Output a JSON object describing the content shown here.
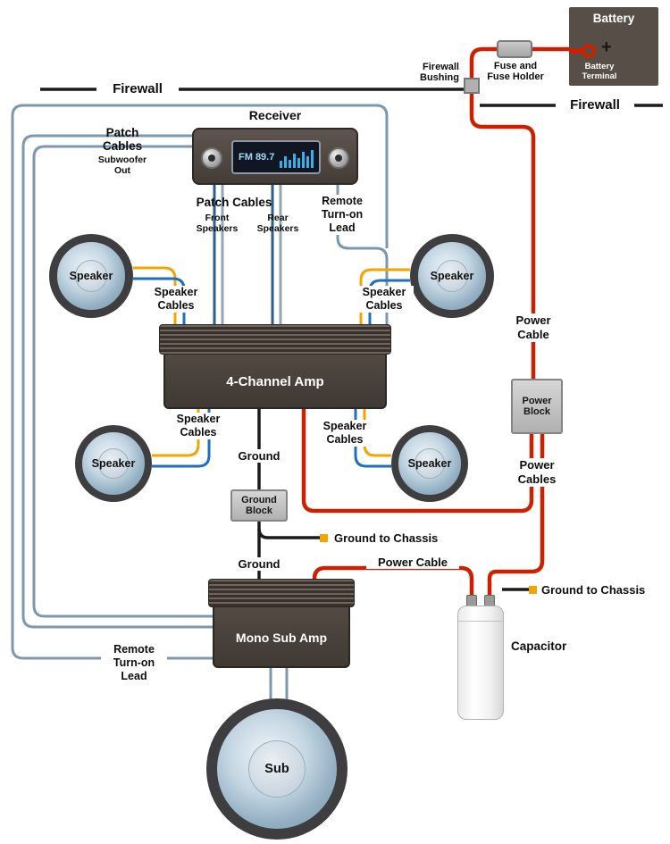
{
  "labels": {
    "firewall_left": "Firewall",
    "firewall_right": "Firewall",
    "bushing_1": "Firewall",
    "bushing_2": "Bushing",
    "fuse_1": "Fuse and",
    "fuse_2": "Fuse Holder",
    "battery": "Battery",
    "battery_plus": "+",
    "battery_terminal_1": "Battery",
    "battery_terminal_2": "Terminal",
    "receiver": "Receiver",
    "receiver_display": "FM 89.7",
    "patch_sub_1": "Patch",
    "patch_sub_2": "Cables",
    "patch_sub_3": "Subwoofer Out",
    "patch_cables": "Patch Cables",
    "front_1": "Front",
    "front_2": "Speakers",
    "rear_1": "Rear",
    "rear_2": "Speakers",
    "remote_1": "Remote",
    "remote_2": "Turn-on",
    "remote_3": "Lead",
    "speaker": "Speaker",
    "speaker_cables_1": "Speaker",
    "speaker_cables_2": "Cables",
    "amp_4channel": "4-Channel Amp",
    "mono_sub_amp": "Mono Sub Amp",
    "ground": "Ground",
    "ground_block_1": "Ground",
    "ground_block_2": "Block",
    "ground_to_chassis": "Ground to Chassis",
    "power_cable_1": "Power",
    "power_cable_2": "Cable",
    "power_block_1": "Power",
    "power_block_2": "Block",
    "power_cables_1": "Power",
    "power_cables_2": "Cables",
    "power_cable": "Power Cable",
    "capacitor": "Capacitor",
    "sub": "Sub"
  },
  "colors": {
    "power_red": "#cd2000",
    "ground_black": "#1a1a1a",
    "remote_steel": "#7d98ad",
    "patch_navy": "#2a5f8e",
    "patch_gray": "#93a6b4",
    "speaker_yellow": "#f2a500",
    "speaker_blue": "#1f6fbe",
    "connector_yellow": "#f2a500"
  }
}
